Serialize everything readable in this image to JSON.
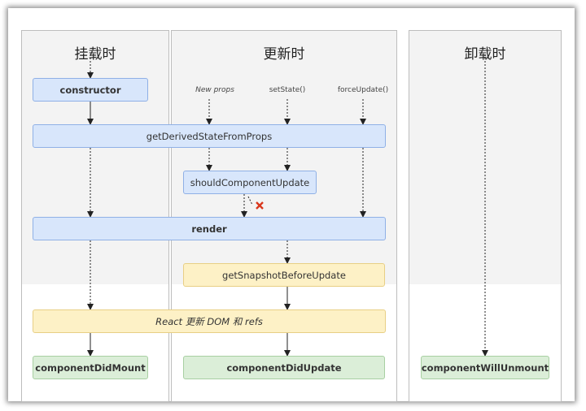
{
  "columns": {
    "mounting": "挂载时",
    "updating": "更新时",
    "unmounting": "卸载时"
  },
  "triggers": {
    "new_props": "New props",
    "set_state": "setState()",
    "force_update": "forceUpdate()"
  },
  "methods": {
    "constructor": "constructor",
    "get_derived_state": "getDerivedStateFromProps",
    "should_update": "shouldComponentUpdate",
    "render": "render",
    "get_snapshot": "getSnapshotBeforeUpdate",
    "react_update_dom": "React 更新 DOM 和 refs",
    "did_mount": "componentDidMount",
    "did_update": "componentDidUpdate",
    "will_unmount": "componentWillUnmount"
  },
  "colors": {
    "render_phase": "#d8e6fb",
    "pre_commit_phase": "#fdf1c6",
    "commit_phase": "#dbeed8",
    "cancel_mark": "#d9371c"
  }
}
